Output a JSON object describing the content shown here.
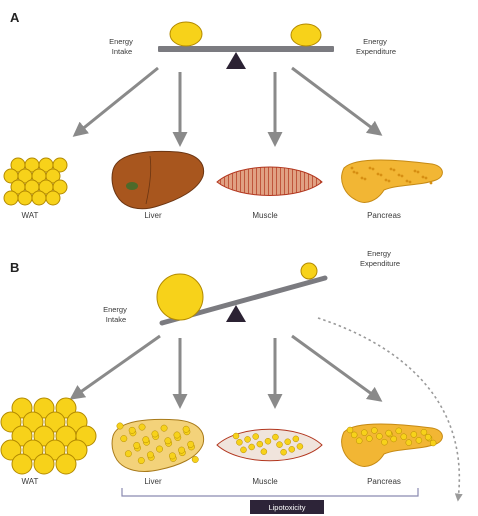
{
  "panel_a": {
    "letter": "A",
    "energy_intake": [
      "Energy",
      "Intake"
    ],
    "energy_expenditure": [
      "Energy",
      "Expenditure"
    ],
    "organs": {
      "wat": "WAT",
      "liver": "Liver",
      "muscle": "Muscle",
      "pancreas": "Pancreas"
    }
  },
  "panel_b": {
    "letter": "B",
    "energy_intake": [
      "Energy",
      "Intake"
    ],
    "energy_expenditure": [
      "Energy",
      "Expenditure"
    ],
    "organs": {
      "wat": "WAT",
      "liver": "Liver",
      "muscle": "Muscle",
      "pancreas": "Pancreas"
    },
    "bracket_label": "Lipotoxicity"
  },
  "colors": {
    "fat_fill": "#f7d21a",
    "fat_stroke": "#b38a00",
    "arrow": "#8a8a8a",
    "fulcrum": "#2b2233",
    "liver": "#a8561e",
    "muscle": "#c7442b",
    "pancreas": "#f2b634",
    "badge": "#2d2438"
  }
}
